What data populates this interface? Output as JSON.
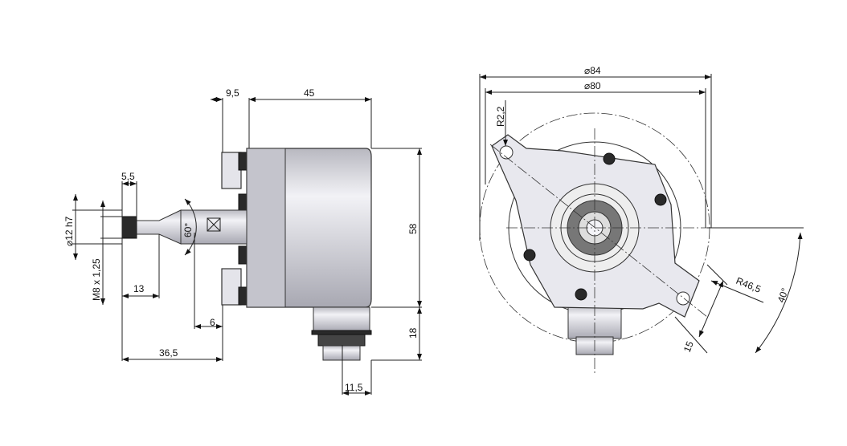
{
  "side_view": {
    "dims": {
      "flange_to_body": "9,5",
      "body_length": "45",
      "thread_length": "5,5",
      "shaft_diameter": "⌀12 h7",
      "cone_angle": "60°",
      "thread": "M8 x 1,25",
      "shaft_tip": "13",
      "body_height": "58",
      "wrench_flat": "6",
      "connector_height": "18",
      "shaft_length": "36,5",
      "connector_offset": "11,5"
    }
  },
  "front_view": {
    "dims": {
      "outer_diameter": "⌀84",
      "flange_diameter": "⌀80",
      "slot_radius": "R2,2",
      "mount_radius": "R46,5",
      "slot_angle": "40°",
      "slot_width": "15"
    }
  },
  "colors": {
    "body": "#e4e4ea",
    "line": "#222222",
    "screw": "#2a2a2a"
  }
}
